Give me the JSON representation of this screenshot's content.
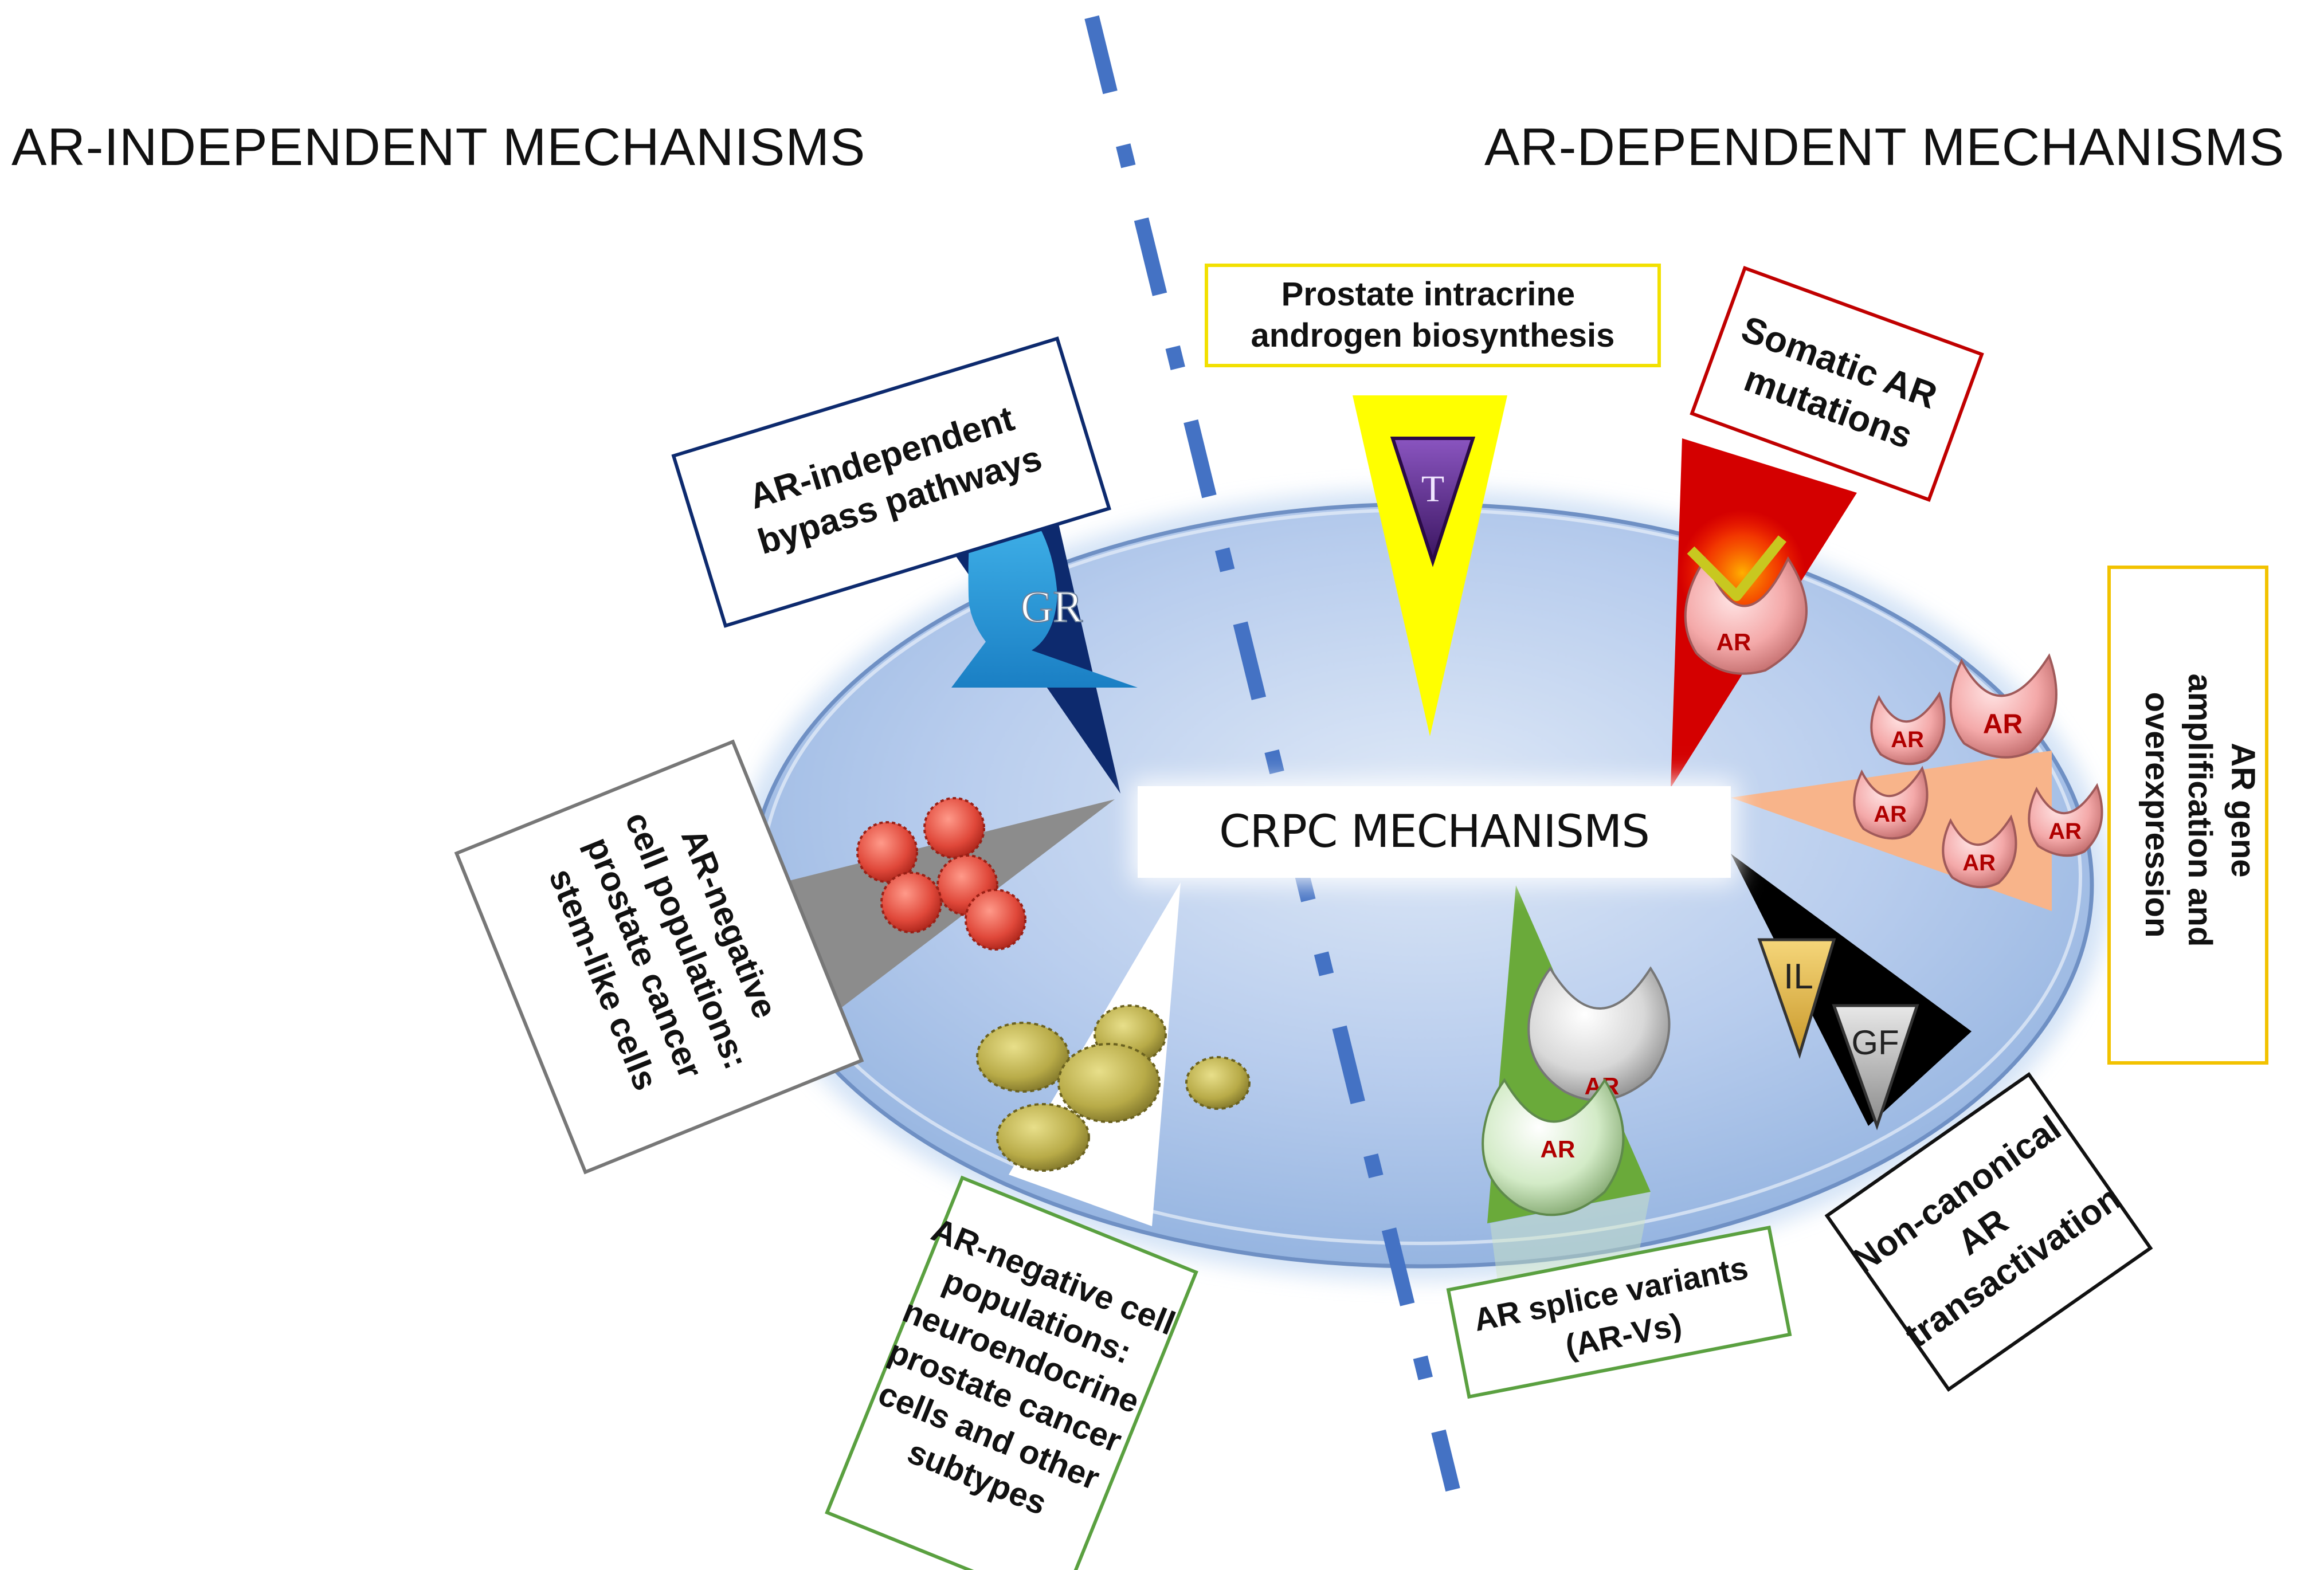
{
  "headings": {
    "left": "AR-INDEPENDENT MECHANISMS",
    "right": "AR-DEPENDENT MECHANISMS"
  },
  "center": {
    "label": "CRPC MECHANISMS"
  },
  "mechanisms": {
    "bypass": {
      "text": "AR-independent\nbypass pathways",
      "receptor": "GR"
    },
    "intracrine": {
      "text": "Prostate intracrine\nandrogen biosynthesis",
      "ligand": "T"
    },
    "somatic": {
      "text": "Somatic AR\nmutations",
      "receptor": "AR"
    },
    "amplification": {
      "text": "AR gene\namplification and\noverexpression",
      "receptor": "AR"
    },
    "noncanonical": {
      "text": "Non-canonical\nAR\ntransactivation",
      "ligand1": "IL",
      "ligand2": "GF"
    },
    "splice": {
      "text": "AR splice variants\n(AR-Vs)",
      "receptor": "AR"
    },
    "neuroendocrine": {
      "text": "AR-negative cell\npopulations:\nneuroendocrine\nprostate cancer\ncells and other\nsubtypes"
    },
    "stemlike": {
      "text": "AR-negative\ncell populations:\nprostate cancer\nstem-like cells"
    }
  },
  "colors": {
    "disc": "#aac4e8",
    "divider": "#4472c4",
    "bypass": "#0d2a6e",
    "intracrine": "#ffff00",
    "somatic": "#d40000",
    "amplification": "#f8b48a",
    "noncanonical": "#000000",
    "splice": "#6aaa3a",
    "neuroendocrine": "#ffffff",
    "stemlike": "#8c8c8c"
  }
}
